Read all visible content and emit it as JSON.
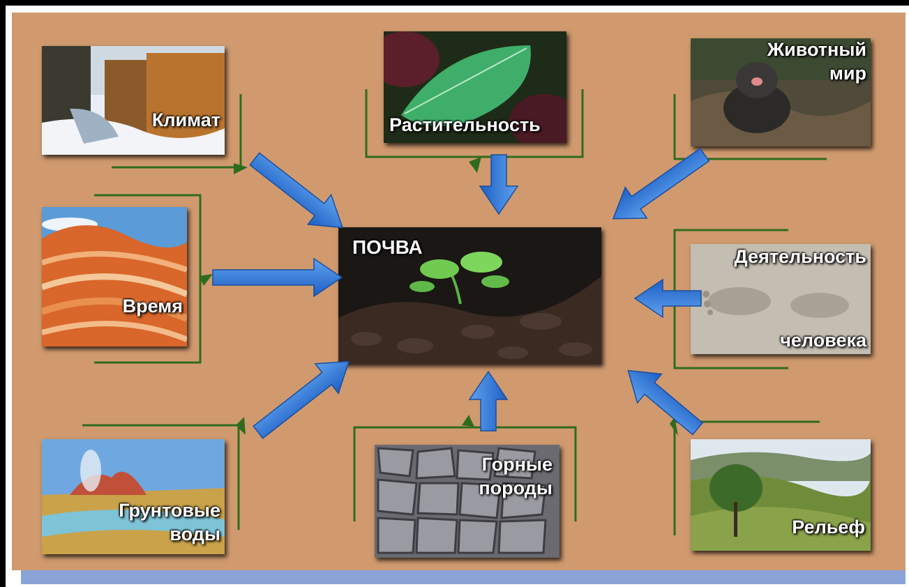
{
  "center": {
    "label": "ПОЧВА"
  },
  "factors": {
    "climate": {
      "label": "Климат"
    },
    "vegetation": {
      "label": "Растительность"
    },
    "animals": {
      "line1": "Животный",
      "line2": "мир"
    },
    "time": {
      "label": "Время"
    },
    "human": {
      "line1": "Деятельность",
      "line2": "человека"
    },
    "groundwater": {
      "line1": "Грунтовые",
      "line2": "воды"
    },
    "rocks": {
      "line1": "Горные",
      "line2": "породы"
    },
    "relief": {
      "label": "Рельеф"
    }
  },
  "colors": {
    "background": "#d09a6e",
    "arrow": "#2a6fd6",
    "connector": "#2f6b1e",
    "bottom_bar": "#8aa4d8"
  }
}
